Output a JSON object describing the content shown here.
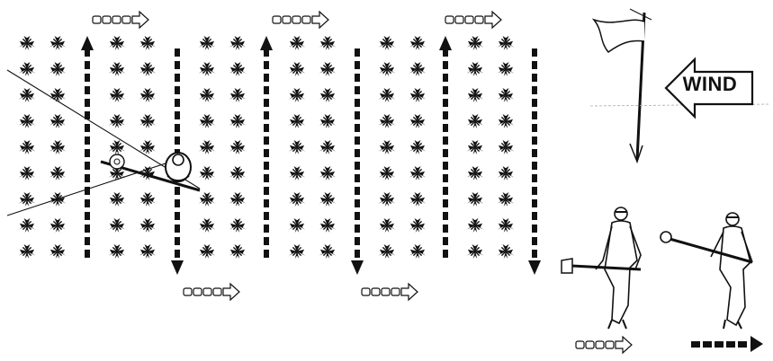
{
  "diagram": {
    "wind_label": "WIND",
    "field": {
      "plant_columns": 12,
      "plant_rows": 9
    },
    "walk_paths": [
      {
        "direction": "up"
      },
      {
        "direction": "down"
      },
      {
        "direction": "up"
      },
      {
        "direction": "down"
      },
      {
        "direction": "up"
      },
      {
        "direction": "down"
      }
    ],
    "legend": [
      {
        "style": "outlined-arrow"
      },
      {
        "style": "dashed-arrow"
      }
    ],
    "colors": {
      "ink": "#111111",
      "background": "#ffffff"
    },
    "icons": [
      "plant-icon",
      "wind-arrow-icon",
      "flag-pole-icon",
      "sprayer-operator-icon",
      "nozzle-icon"
    ]
  }
}
